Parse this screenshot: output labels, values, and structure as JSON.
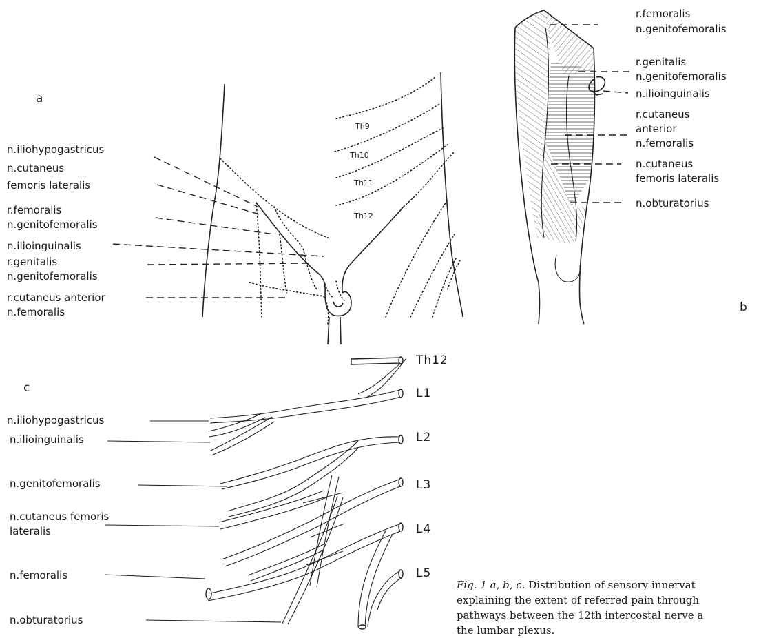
{
  "panel_a": {
    "letter": "a",
    "segments": [
      "Th9",
      "Th10",
      "Th11",
      "Th12"
    ],
    "labels": [
      "n.iliohypogastricus",
      "n.cutaneus",
      "femoris lateralis",
      "r.femoralis",
      "n.genitofemoralis",
      "n.ilioinguinalis",
      "r.genitalis",
      "n.genitofemoralis",
      "r.cutaneus anterior",
      "n.femoralis"
    ]
  },
  "panel_b": {
    "letter": "b",
    "labels": [
      "r.femoralis",
      "n.genitofemoralis",
      "r.genitalis",
      "n.genitofemoralis",
      "n.ilioinguinalis",
      "r.cutaneus",
      "anterior",
      "n.femoralis",
      "n.cutaneus",
      "femoris lateralis",
      "n.obturatorius"
    ]
  },
  "panel_c": {
    "letter": "c",
    "roots": [
      "Th12",
      "L1",
      "L2",
      "L3",
      "L4",
      "L5"
    ],
    "labels": [
      "n.iliohypogastricus",
      "n.ilioinguinalis",
      "n.genitofemoralis",
      "n.cutaneus femoris",
      "lateralis",
      "n.femoralis",
      "n.obturatorius"
    ]
  },
  "caption": {
    "fig_label": "Fig. 1 a, b, c.",
    "line1": "Distribution of sensory innervat",
    "line2": "explaining the extent of referred pain through",
    "line3": "pathways between the 12th intercostal nerve a",
    "line4": "the lumbar plexus."
  }
}
